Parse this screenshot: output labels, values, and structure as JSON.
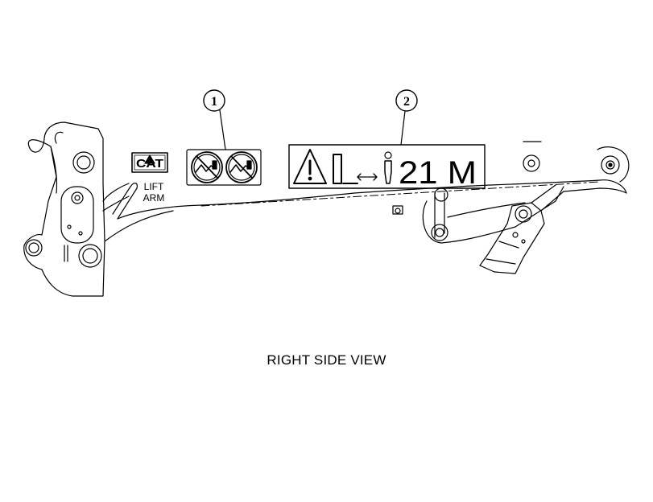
{
  "figure": {
    "caption": "RIGHT SIDE VIEW",
    "logo_text": "CAT",
    "lift_arm_label_line1": "LIFT",
    "lift_arm_label_line2": "ARM",
    "callouts": [
      {
        "number": "1"
      },
      {
        "number": "2"
      }
    ],
    "decal_2_code": "21 M",
    "colors": {
      "line": "#000000",
      "background": "#ffffff"
    }
  }
}
